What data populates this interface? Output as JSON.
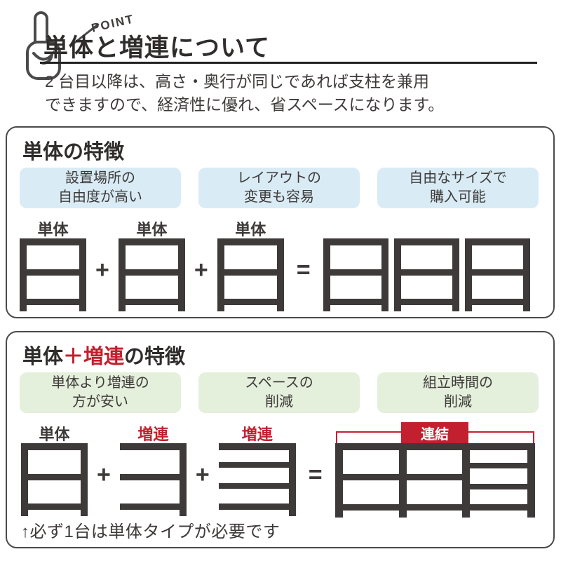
{
  "colors": {
    "dark": "#3e3a39",
    "red": "#c2202e",
    "blue_bg": "#d9ebf5",
    "green_bg": "#e4efdc",
    "line": "#4a4a4a"
  },
  "header": {
    "point_label": "POINT",
    "title": "単体と増連について",
    "description_line1": "2 台目以降は、高さ・奥行が同じであれば支柱を兼用",
    "description_line2": "できますので、経済性に優れ、省スペースになります。"
  },
  "operators": {
    "plus": "+",
    "equals": "="
  },
  "section_standalone": {
    "title": "単体の特徴",
    "features": [
      "設置場所の\n自由度が高い",
      "レイアウトの\n変更も容易",
      "自由なサイズで\n購入可能"
    ],
    "unit_labels": [
      "単体",
      "単体",
      "単体"
    ]
  },
  "section_addon": {
    "title_black_1": "単体",
    "title_red": "＋増連",
    "title_black_2": "の特徴",
    "features": [
      "単体より増連の\n方が安い",
      "スペースの\n削減",
      "組立時間の\n削減"
    ],
    "unit_labels": [
      {
        "text": "単体",
        "highlight": false
      },
      {
        "text": "増連",
        "highlight": true
      },
      {
        "text": "増連",
        "highlight": true
      }
    ],
    "link_label": "連結",
    "note": "↑必ず1台は単体タイプが必要です"
  }
}
